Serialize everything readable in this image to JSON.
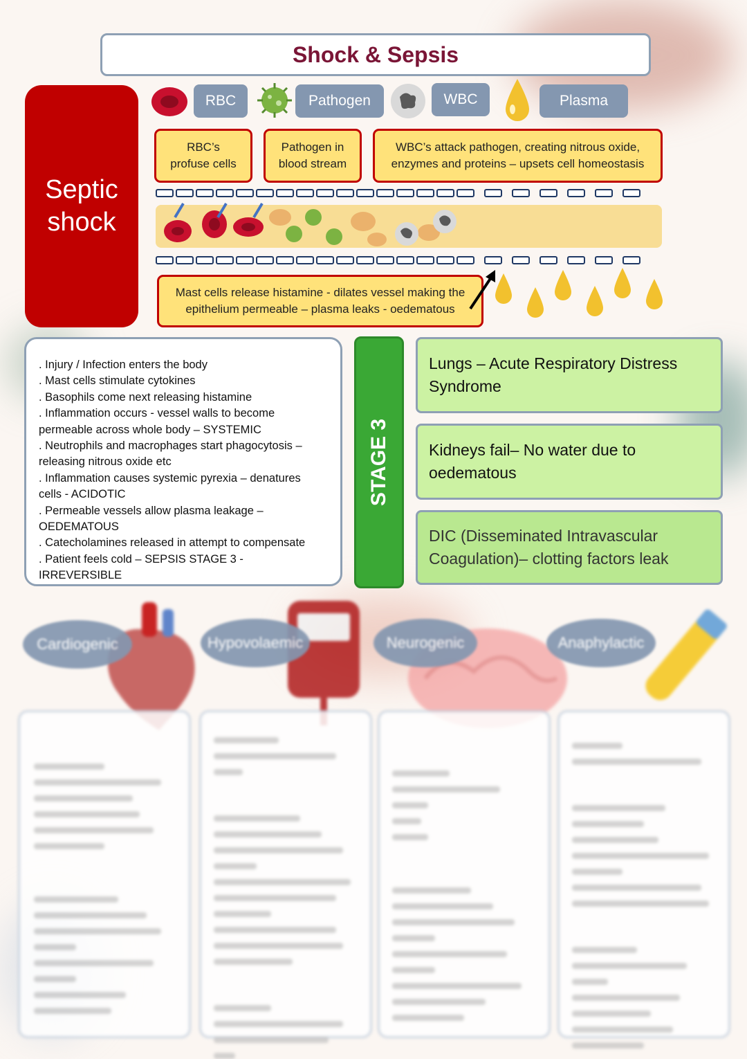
{
  "title": "Shock & Sepsis",
  "septic": {
    "line1": "Septic",
    "line2": "shock"
  },
  "legend": {
    "rbc": "RBC",
    "pathogen": "Pathogen",
    "wbc": "WBC",
    "plasma": "Plasma"
  },
  "captions": {
    "rbc_line1": "RBC’s",
    "rbc_line2": "profuse cells",
    "pathogen_line1": "Pathogen in",
    "pathogen_line2": "blood stream",
    "wbc_line1": "WBC’s attack pathogen, creating nitrous oxide,",
    "wbc_line2": "enzymes and proteins – upsets cell homeostasis",
    "mast_line1": "Mast cells release histamine - dilates vessel making the",
    "mast_line2": "epithelium permeable – plasma leaks - oedematous"
  },
  "steps": [
    ". Injury / Infection enters the body",
    ". Mast cells stimulate cytokines",
    ". Basophils come next releasing histamine",
    ". Inflammation occurs - vessel walls to become",
    "permeable across whole body – SYSTEMIC",
    ". Neutrophils and macrophages start phagocytosis –",
    "releasing nitrous oxide etc",
    ". Inflammation causes systemic pyrexia – denatures",
    "cells - ACIDOTIC",
    ". Permeable vessels allow plasma leakage –",
    "OEDEMATOUS",
    ". Catecholamines released in attempt to compensate",
    ". Patient feels cold – SEPSIS STAGE 3 - IRREVERSIBLE"
  ],
  "stage_label": "STAGE 3",
  "stage_effects": {
    "lungs_l1": "Lungs – Acute Respiratory Distress",
    "lungs_l2": "Syndrome",
    "kidneys_l1": "Kidneys fail– No water due to",
    "kidneys_l2": "oedematous",
    "dic_l1": "DIC (Disseminated Intravascular",
    "dic_l2": "Coagulation)– clotting factors leak"
  },
  "shock_types": [
    "Cardiogenic",
    "Hypovolaemic",
    "Neurogenic",
    "Anaphylactic"
  ],
  "colors": {
    "title": "#7a1536",
    "septic": "#c00000",
    "pill": "#8497b0",
    "caption": "#ffe27a",
    "stage": "#3aa835",
    "effect": "#ccf2a3"
  }
}
